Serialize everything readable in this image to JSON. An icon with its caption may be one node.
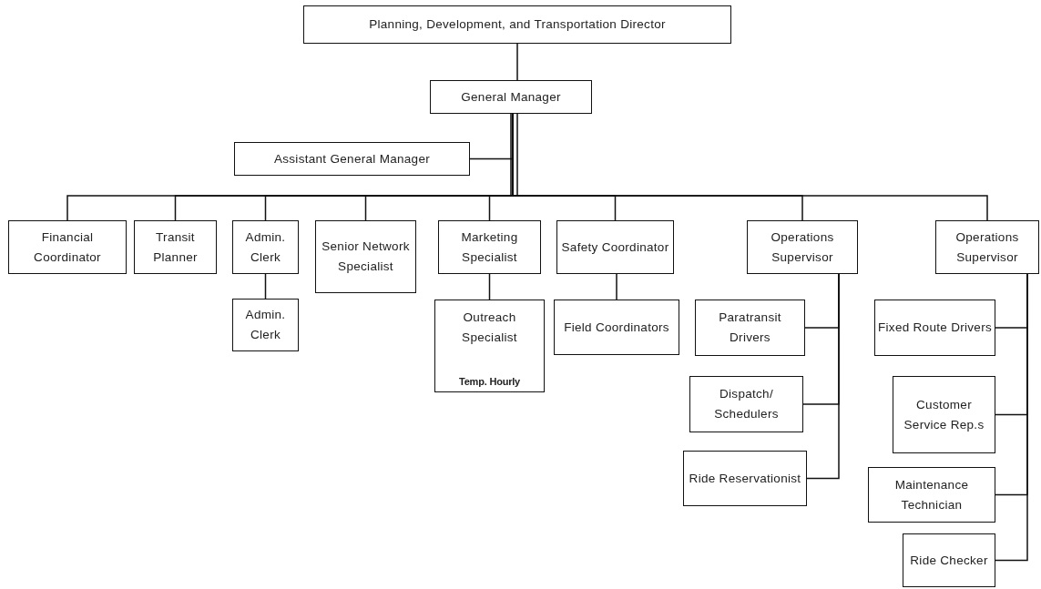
{
  "diagram": {
    "nodes": [
      {
        "text": [
          "Planning, Development, and Transportation Director"
        ]
      },
      {
        "text": [
          "General Manager"
        ]
      },
      {
        "text": [
          "Assistant General Manager"
        ]
      },
      {
        "text": [
          "Financial Coordinator"
        ]
      },
      {
        "text": [
          "Transit Planner"
        ]
      },
      {
        "text": [
          "Admin. Clerk"
        ]
      },
      {
        "text": [
          "Senior Network Specialist"
        ]
      },
      {
        "text": [
          "Marketing Specialist"
        ]
      },
      {
        "text": [
          "Safety Coordinator"
        ]
      },
      {
        "text": [
          "Operations Supervisor"
        ]
      },
      {
        "text": [
          "Operations Supervisor"
        ]
      },
      {
        "text": [
          "Admin. Clerk"
        ]
      },
      {
        "text": [
          "Outreach Specialist",
          "Temp. Hourly"
        ]
      },
      {
        "text": [
          "Field Coordinators"
        ]
      },
      {
        "text": [
          "Paratransit Drivers"
        ]
      },
      {
        "text": [
          "Dispatch/ Schedulers"
        ]
      },
      {
        "text": [
          "Ride Reservationist"
        ]
      },
      {
        "text": [
          "Fixed Route Drivers"
        ]
      },
      {
        "text": [
          "Customer Service Rep.s"
        ]
      },
      {
        "text": [
          "Maintenance Technician"
        ]
      },
      {
        "text": [
          "Ride Checker"
        ]
      }
    ],
    "edges": [
      {
        "from": 0,
        "to": 1,
        "arrow": "none"
      },
      {
        "from": 1,
        "to": 2,
        "arrow": "none"
      },
      {
        "from": 1,
        "to": 3,
        "arrow": "none"
      },
      {
        "from": 1,
        "to": 4,
        "arrow": "none"
      },
      {
        "from": 1,
        "to": 5,
        "arrow": "none"
      },
      {
        "from": 1,
        "to": 6,
        "arrow": "none"
      },
      {
        "from": 1,
        "to": 7,
        "arrow": "none"
      },
      {
        "from": 1,
        "to": 8,
        "arrow": "none"
      },
      {
        "from": 1,
        "to": 9,
        "arrow": "none"
      },
      {
        "from": 1,
        "to": 10,
        "arrow": "none"
      },
      {
        "from": 5,
        "to": 11,
        "arrow": "none"
      },
      {
        "from": 7,
        "to": 12,
        "arrow": "none"
      },
      {
        "from": 8,
        "to": 13,
        "arrow": "none"
      },
      {
        "from": 9,
        "to": 14,
        "arrow": "none"
      },
      {
        "from": 9,
        "to": 15,
        "arrow": "none"
      },
      {
        "from": 9,
        "to": 16,
        "arrow": "none"
      },
      {
        "from": 10,
        "to": 17,
        "arrow": "none"
      },
      {
        "from": 10,
        "to": 18,
        "arrow": "none"
      },
      {
        "from": 10,
        "to": 19,
        "arrow": "none"
      },
      {
        "from": 10,
        "to": 20,
        "arrow": "none"
      }
    ]
  }
}
